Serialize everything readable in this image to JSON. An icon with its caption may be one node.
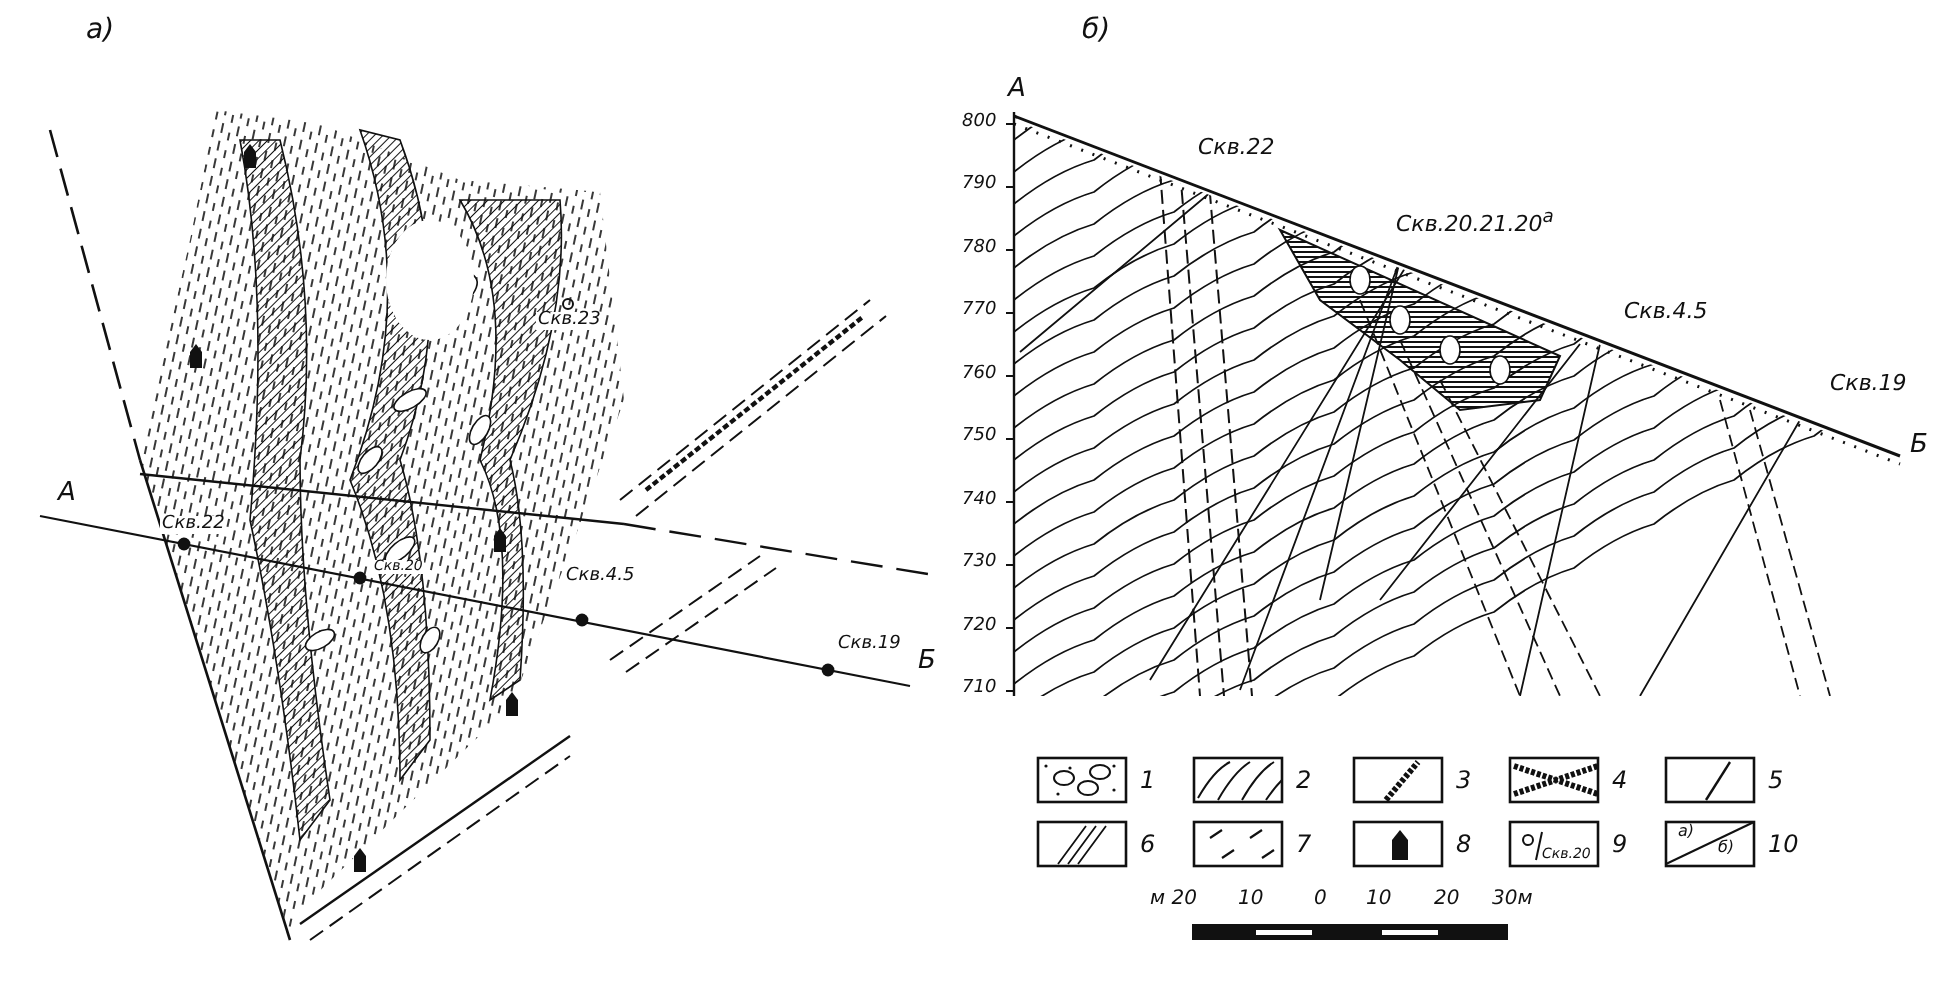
{
  "diagram": {
    "labels": [
      "а)",
      "Скв.23",
      "А",
      "Скв.22",
      "Скв.20",
      "Скв.4.5",
      "Скв.19",
      "Б",
      "б)",
      "А",
      "800",
      "790",
      "780",
      "770",
      "760",
      "750",
      "740",
      "730",
      "720",
      "710",
      "Скв.22",
      "Скв.20.21.20$^{а}$",
      "Скв.4.5",
      "Скв.19",
      "Б",
      "Скв.20",
      "а)",
      "б)",
      "м 20",
      "10",
      "0",
      "10",
      "20",
      "30м"
    ],
    "legend": [
      {
        "text": "1"
      },
      {
        "text": "2"
      },
      {
        "text": "3"
      },
      {
        "text": "4"
      },
      {
        "text": "5"
      },
      {
        "text": "6"
      },
      {
        "text": "7"
      },
      {
        "text": "8"
      },
      {
        "text": "9"
      },
      {
        "text": "10"
      }
    ]
  }
}
